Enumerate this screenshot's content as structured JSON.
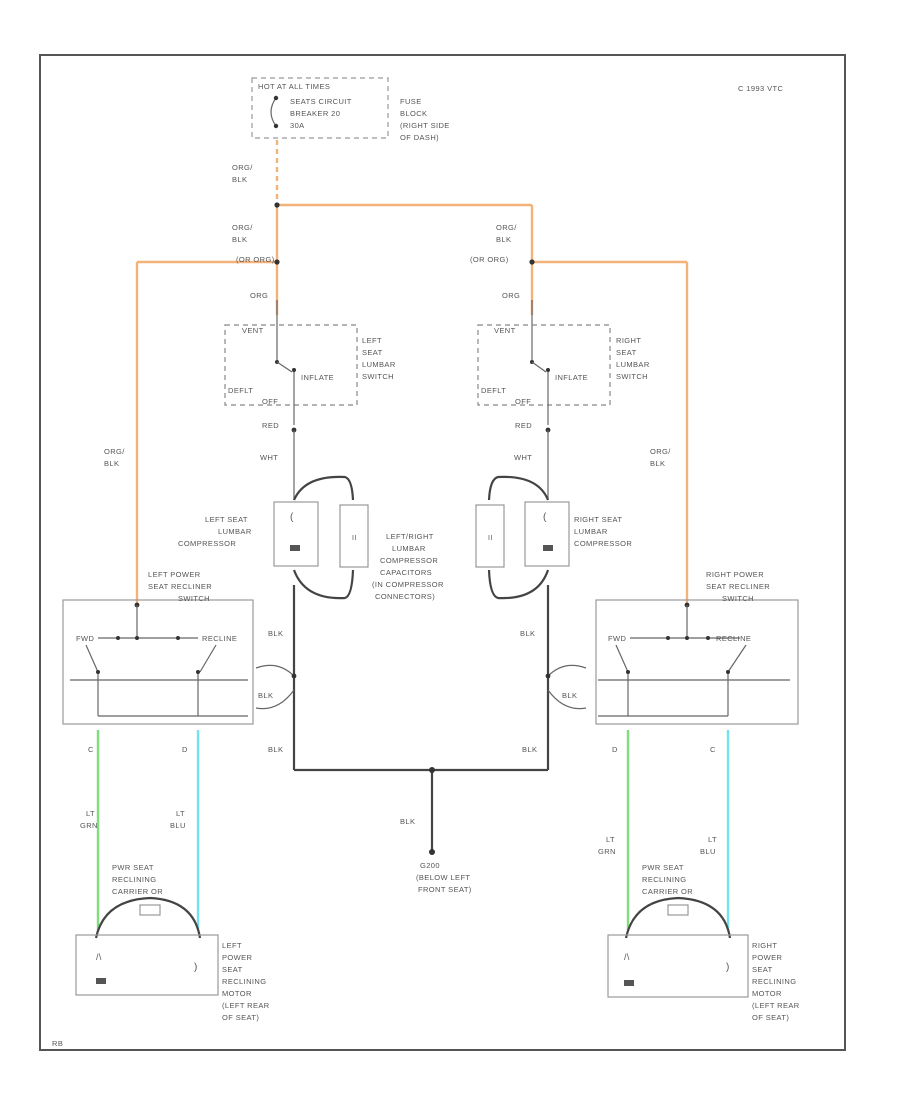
{
  "copyright": "C 1993 VTC",
  "footer_id": "RB",
  "colors": {
    "orange_wire": "#f2b27a",
    "green_wire": "#7ddf7d",
    "cyan_wire": "#74e3f0",
    "black_wire": "#444444"
  },
  "fuse": {
    "header": "HOT AT ALL TIMES",
    "breaker": [
      "SEATS CIRCUIT",
      "BREAKER 20",
      "30A"
    ],
    "location": [
      "FUSE",
      "BLOCK",
      "(RIGHT SIDE",
      "OF DASH)"
    ]
  },
  "wires": {
    "org": "ORG",
    "blk": "BLK",
    "org_blk": [
      "ORG/",
      "BLK"
    ],
    "org_blk_or_org": [
      "ORG/",
      "BLK",
      "(OR ORG)"
    ],
    "red": "RED",
    "wht": "WHT",
    "lt_grn": [
      "LT",
      "GRN"
    ],
    "lt_blu": [
      "LT",
      "BLU"
    ]
  },
  "switch_terms": {
    "inflate": "INFLATE",
    "vent": "VENT",
    "deflate": "DEFLT",
    "off": "OFF"
  },
  "left_lumbar_switch": [
    "LEFT",
    "SEAT",
    "LUMBAR",
    "SWITCH"
  ],
  "right_lumbar_switch": [
    "RIGHT",
    "SEAT",
    "LUMBAR",
    "SWITCH"
  ],
  "left_compressor": [
    "LEFT SEAT",
    "LUMBAR",
    "COMPRESSOR"
  ],
  "right_compressor": [
    "RIGHT SEAT",
    "LUMBAR",
    "COMPRESSOR"
  ],
  "capacitors": [
    "LEFT/RIGHT",
    "LUMBAR",
    "COMPRESSOR",
    "CAPACITORS",
    "(IN COMPRESSOR",
    "CONNECTORS)"
  ],
  "left_recliner_switch": [
    "LEFT POWER",
    "SEAT RECLINER",
    "SWITCH"
  ],
  "right_recliner_switch": [
    "RIGHT POWER",
    "SEAT RECLINER",
    "SWITCH"
  ],
  "recliner_terms": {
    "fwd": "FWD",
    "recline": "RECLINE"
  },
  "pin_c": "C",
  "pin_d": "D",
  "ground": [
    "G200",
    "(BELOW LEFT",
    "FRONT SEAT)"
  ],
  "recliner_connector": [
    "PWR SEAT",
    "RECLINING",
    "CARRIER OR"
  ],
  "left_motor": [
    "LEFT",
    "POWER",
    "SEAT",
    "RECLINING",
    "MOTOR",
    "(LEFT REAR",
    "OF SEAT)"
  ],
  "right_motor": [
    "RIGHT",
    "POWER",
    "SEAT",
    "RECLINING",
    "MOTOR",
    "(LEFT REAR",
    "OF SEAT)"
  ]
}
